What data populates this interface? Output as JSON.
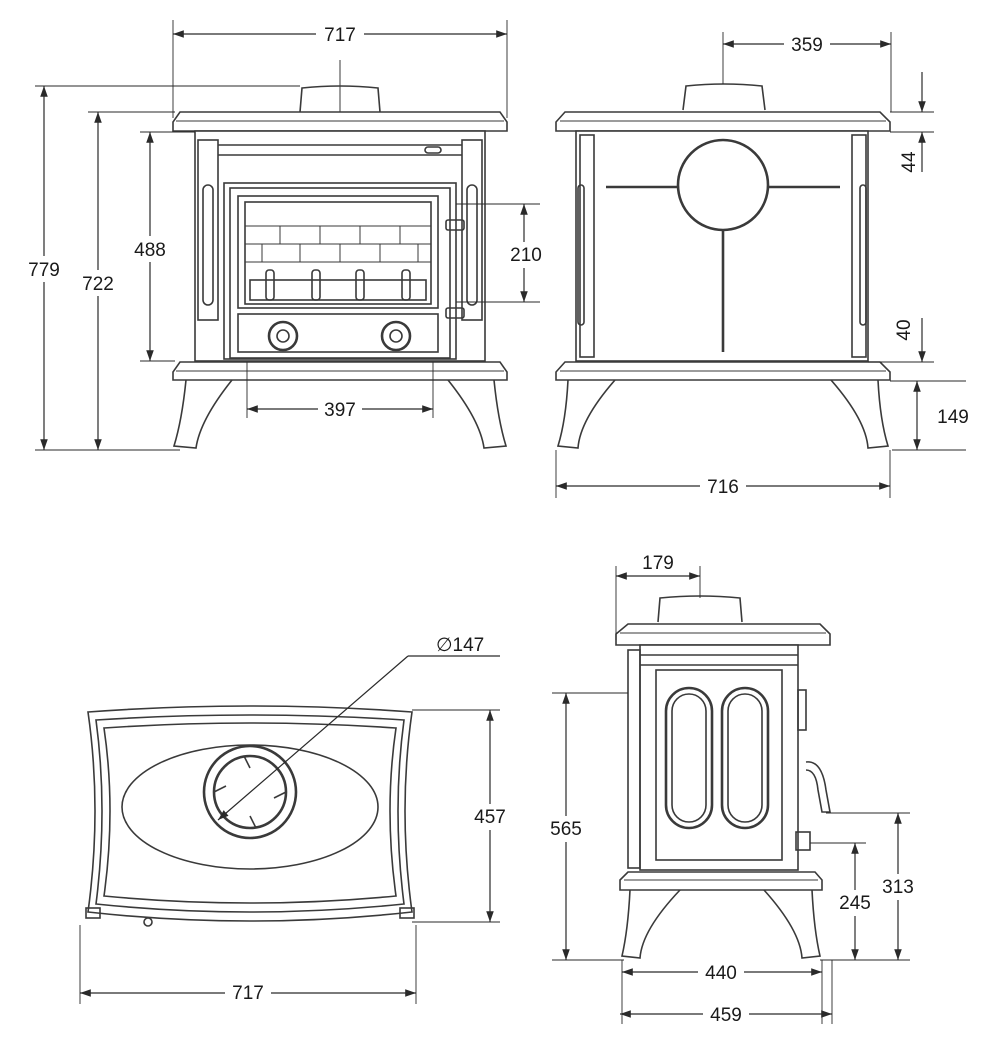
{
  "dimensions": {
    "front_width": "717",
    "total_height": "779",
    "body_height": "722",
    "door_height": "488",
    "glass_height": "210",
    "glass_width": "397",
    "flue_offset_side": "359",
    "top_rim_height": "44",
    "lower_rim_height": "40",
    "leg_height": "149",
    "side_width": "716",
    "flue_diameter": "∅147",
    "top_depth": "457",
    "top_width": "717",
    "flue_offset_back": "179",
    "back_height": "565",
    "outlet_height_low": "245",
    "outlet_height_high": "313",
    "base_depth": "440",
    "overall_depth": "459"
  },
  "colors": {
    "line": "#3a3a3a",
    "background": "#ffffff"
  }
}
